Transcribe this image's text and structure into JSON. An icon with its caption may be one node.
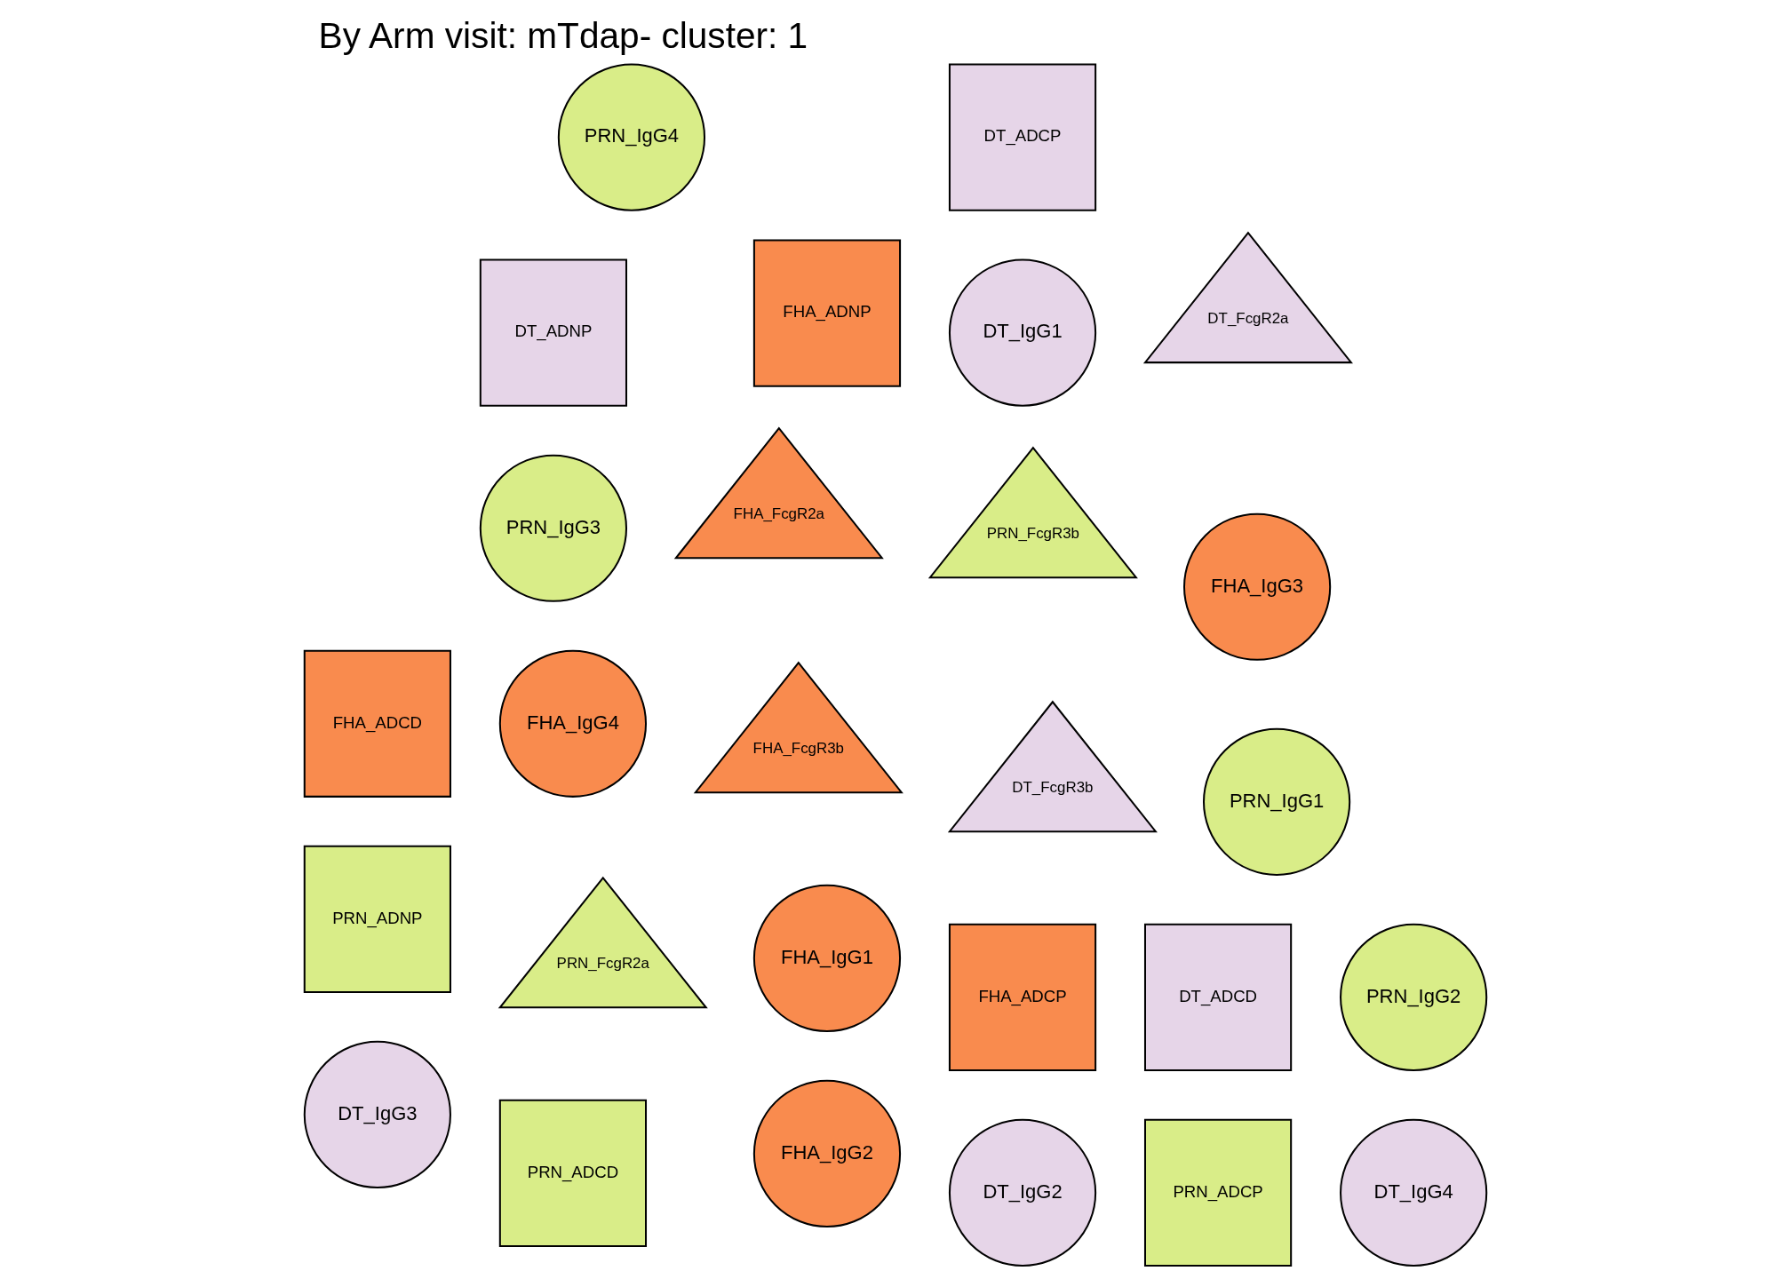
{
  "diagram": {
    "title": "By Arm visit: mTdap- cluster: 1",
    "nodes": [
      {
        "text": [
          "FHA_FcgR3b"
        ]
      },
      {
        "text": [
          "FHA_IgG1"
        ]
      },
      {
        "text": [
          "FHA_IgG4"
        ]
      },
      {
        "text": [
          "FHA_ADCP"
        ]
      },
      {
        "text": [
          "DT_ADCD"
        ]
      },
      {
        "text": [
          "DT_IgG1"
        ]
      },
      {
        "text": [
          "DT_ADNP"
        ]
      },
      {
        "text": [
          "PRN_IgG3"
        ]
      },
      {
        "text": [
          "PRN_FcgR3b"
        ]
      },
      {
        "text": [
          "DT_FcgR3b"
        ]
      },
      {
        "text": [
          "FHA_ADNP"
        ]
      },
      {
        "text": [
          "FHA_IgG3"
        ]
      },
      {
        "text": [
          "PRN_IgG1"
        ]
      },
      {
        "text": [
          "FHA_IgG2"
        ]
      },
      {
        "text": [
          "FHA_FcgR2a"
        ]
      },
      {
        "text": [
          "FHA_ADCD"
        ]
      },
      {
        "text": [
          "PRN_ADNP"
        ]
      },
      {
        "text": [
          "DT_IgG3"
        ]
      },
      {
        "text": [
          "PRN_ADCD"
        ]
      },
      {
        "text": [
          "DT_IgG2"
        ]
      },
      {
        "text": [
          "PRN_FcgR2a"
        ]
      },
      {
        "text": [
          "PRN_ADCP"
        ]
      },
      {
        "text": [
          "DT_IgG4"
        ]
      },
      {
        "text": [
          "PRN_IgG2"
        ]
      },
      {
        "text": [
          "DT_FcgR2a"
        ]
      },
      {
        "text": [
          "DT_ADCP"
        ]
      },
      {
        "text": [
          "PRN_IgG4"
        ]
      }
    ]
  }
}
